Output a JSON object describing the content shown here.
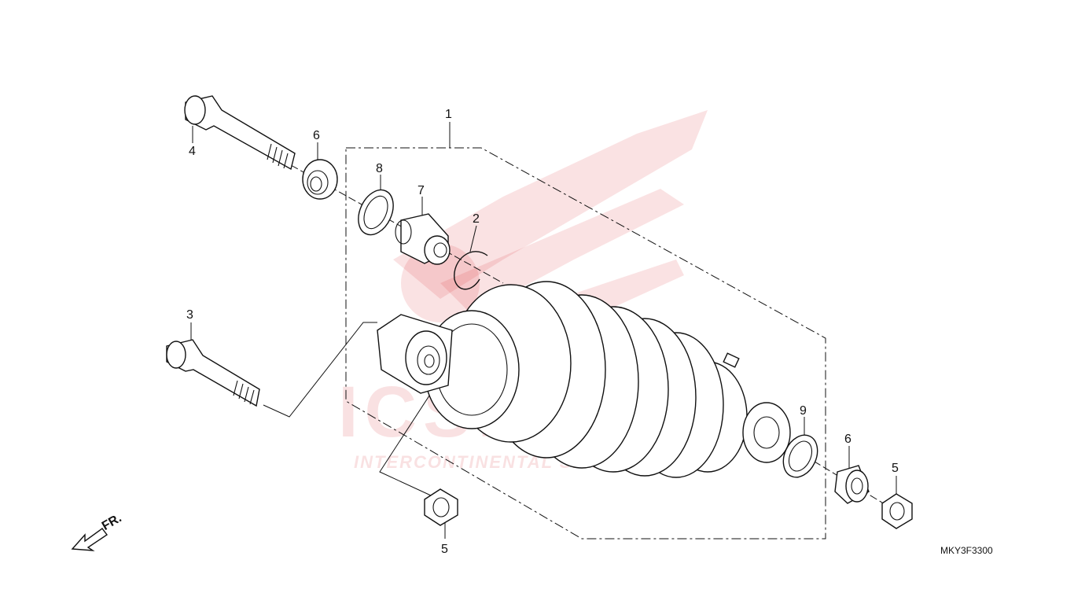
{
  "diagram": {
    "diagram_code": "MKY3F3300",
    "direction_label": "FR.",
    "watermark": {
      "brand": "ICSPARTS",
      "tagline": "INTERCONTINENTAL SPARES"
    },
    "callouts": [
      {
        "id": "1",
        "part": "shock-absorber-assembly"
      },
      {
        "id": "2",
        "part": "circlip"
      },
      {
        "id": "3",
        "part": "lower-bolt"
      },
      {
        "id": "4",
        "part": "upper-bolt"
      },
      {
        "id": "5",
        "part": "nut-lower-left"
      },
      {
        "id": "5",
        "part": "nut-right"
      },
      {
        "id": "6",
        "part": "collar-left"
      },
      {
        "id": "6",
        "part": "collar-right"
      },
      {
        "id": "7",
        "part": "upper-bushing"
      },
      {
        "id": "8",
        "part": "dust-seal-upper"
      },
      {
        "id": "9",
        "part": "dust-seal-lower"
      }
    ]
  }
}
